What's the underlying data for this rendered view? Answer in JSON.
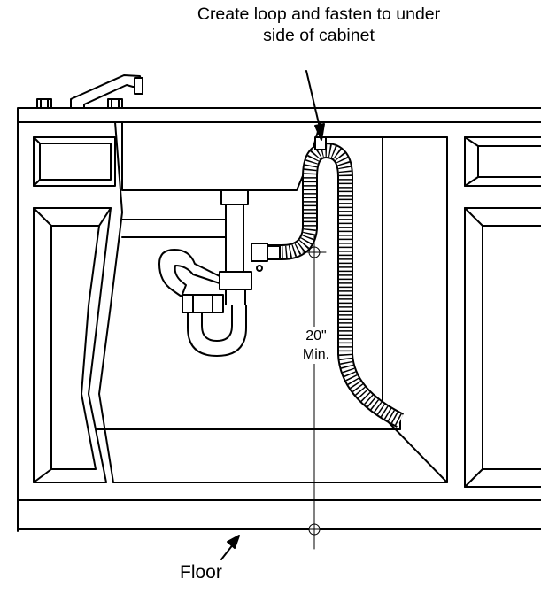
{
  "callout": {
    "line1": "Create loop and fasten to under",
    "line2": "side of cabinet"
  },
  "floor_label": "Floor",
  "dimension": {
    "value": "20\"",
    "qualifier": "Min."
  },
  "colors": {
    "ink": "#000000",
    "paper": "#ffffff"
  }
}
